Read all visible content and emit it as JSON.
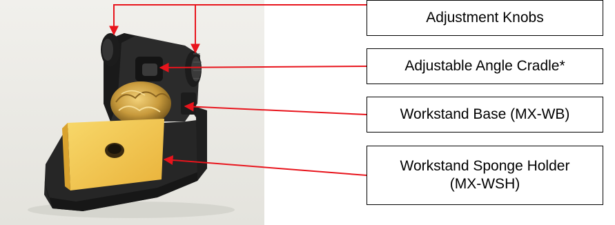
{
  "colors": {
    "leader": "#e8141c",
    "background_wall": "#ecebe6",
    "stand": "#262626",
    "sponge": "#f2c24a",
    "brass": "#c89a3c"
  },
  "callouts": [
    {
      "label": "Adjustment Knobs"
    },
    {
      "label": "Adjustable Angle Cradle*"
    },
    {
      "label": "Workstand Base (MX-WB)"
    },
    {
      "label": "Workstand Sponge Holder\n(MX-WSH)"
    }
  ]
}
